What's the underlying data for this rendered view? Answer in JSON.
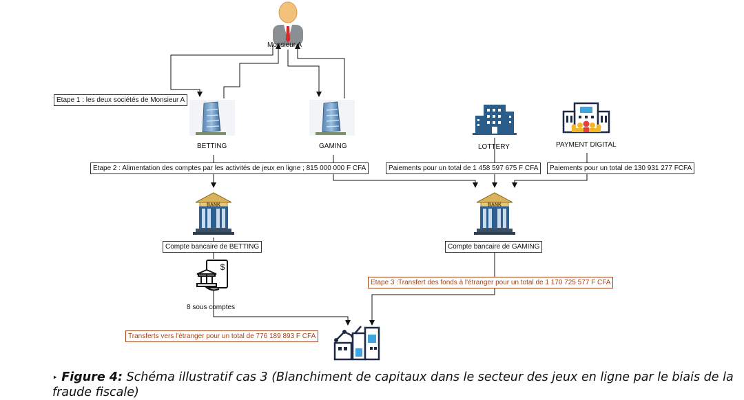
{
  "person": {
    "name": "Monsieur A"
  },
  "companies": {
    "betting": "BETTING",
    "gaming": "GAMING",
    "lottery": "LOTTERY",
    "payment": "PAYMENT DIGITAL"
  },
  "steps": {
    "step1": "Etape 1 : les deux sociétés de Monsieur A",
    "step2": "Etape 2 : Alimentation des comptes par les activités de jeux en ligne ; 815 000 000 F CFA",
    "payment_lottery": "Paiements pour un total de 1 458 597 675 F CFA",
    "payment_digital": "Paiements pour un total de 130 931 277 FCFA",
    "step3": "Etape 3 :Transfert des fonds à l'étranger pour un total de 1 170 725 577 F CFA",
    "transfers": "Transferts vers l'étranger pour un total de  776 189 893 F CFA"
  },
  "accounts": {
    "betting": "Compte bancaire de BETTING",
    "gaming": "Compte bancaire de GAMING",
    "sub": "8 sous comptes",
    "bank_word": "BANK",
    "dollar": "$"
  },
  "caption": {
    "marker": "‣",
    "label": "Figure 4:",
    "text": "Schéma illustratif cas 3 (Blanchiment de capitaux dans le secteur des jeux en ligne par le biais de la fraude fiscale)"
  },
  "colors": {
    "accent_red": "#a0441c",
    "bank_blue": "#2a5d8a",
    "bank_gold": "#c9a44a",
    "line": "#111111"
  }
}
